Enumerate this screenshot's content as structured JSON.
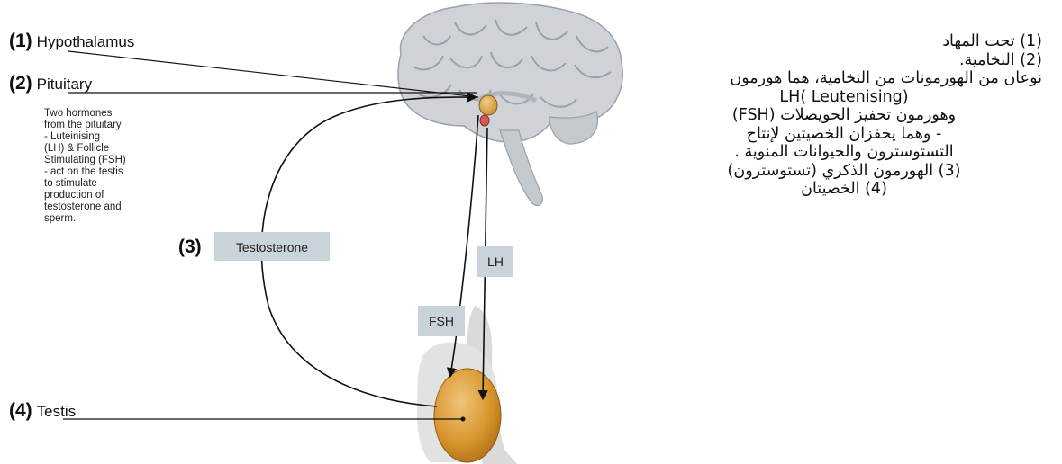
{
  "labels": [
    {
      "number": "(1)",
      "name": "Hypothalamus"
    },
    {
      "number": "(2)",
      "name": "Pituitary"
    },
    {
      "number": "(3)",
      "name": "Testosterone"
    },
    {
      "number": "(4)",
      "name": "Testis"
    }
  ],
  "pituitary_description": [
    "Two hormones",
    "from the pituitary",
    "- Luteinising",
    "(LH) & Follicle",
    "Stimulating (FSH)",
    "- act on the testis",
    "to stimulate",
    "production of",
    "testosterone and",
    "sperm."
  ],
  "hormone_boxes": {
    "lh": "LH",
    "fsh": "FSH"
  },
  "arabic_notes": [
    "(1) تحت المهاد",
    "(2) النخامية.",
    "نوعان من الهورمونات من النخامية، هما هورمون",
    "LH( Leutenising)",
    "وهورمون تحفيز الحويصلات (FSH)",
    "- وهما يحفزان الخصيتين لإنتاج",
    "التستوسترون  والحيوانات المنوية .",
    "(3) الهورمون الذكري (تستوسترون)",
    "(4) الخصيتان"
  ],
  "colors": {
    "brain": "#cfd3d7",
    "brain_folds": "#9aa1a8",
    "hypothalamus": "#d9a24a",
    "pituitary": "#d65a5a",
    "testis": "#d8952c",
    "label_box": "#c9d3da",
    "body_silhouette": "#dadada"
  }
}
